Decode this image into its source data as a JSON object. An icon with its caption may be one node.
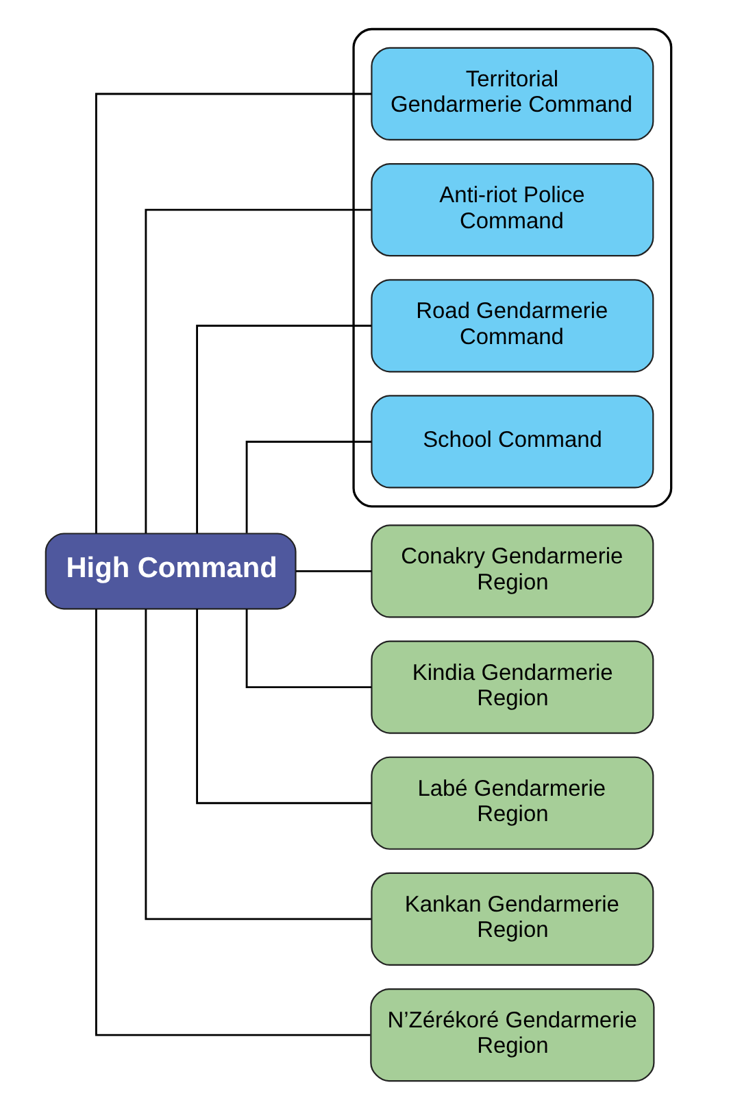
{
  "diagram": {
    "nodes": [
      {
        "text": [
          "High Command"
        ]
      },
      {
        "text": [],
        "shape": "box"
      },
      {
        "text": [
          "Territorial Gendarmerie Command"
        ],
        "in": 1
      },
      {
        "text": [
          "Anti-riot Police Command"
        ],
        "in": 1
      },
      {
        "text": [
          "Road Gendarmerie Command"
        ],
        "in": 1
      },
      {
        "text": [
          "School Command"
        ],
        "in": 1
      },
      {
        "text": [
          "Conakry Gendarmerie Region"
        ]
      },
      {
        "text": [
          "Kindia Gendarmerie Region"
        ]
      },
      {
        "text": [
          "Labé Gendarmerie Region"
        ]
      },
      {
        "text": [
          "Kankan Gendarmerie Region"
        ]
      },
      {
        "text": [
          "N’Zérékoré Gendarmerie Region"
        ]
      }
    ],
    "edges": [
      {
        "from": 0,
        "to": 2,
        "arrow": "none"
      },
      {
        "from": 0,
        "to": 3,
        "arrow": "none"
      },
      {
        "from": 0,
        "to": 4,
        "arrow": "none"
      },
      {
        "from": 0,
        "to": 5,
        "arrow": "none"
      },
      {
        "from": 0,
        "to": 6,
        "arrow": "none"
      },
      {
        "from": 0,
        "to": 7,
        "arrow": "none"
      },
      {
        "from": 0,
        "to": 8,
        "arrow": "none"
      },
      {
        "from": 0,
        "to": 9,
        "arrow": "none"
      },
      {
        "from": 0,
        "to": 10,
        "arrow": "none"
      }
    ]
  }
}
